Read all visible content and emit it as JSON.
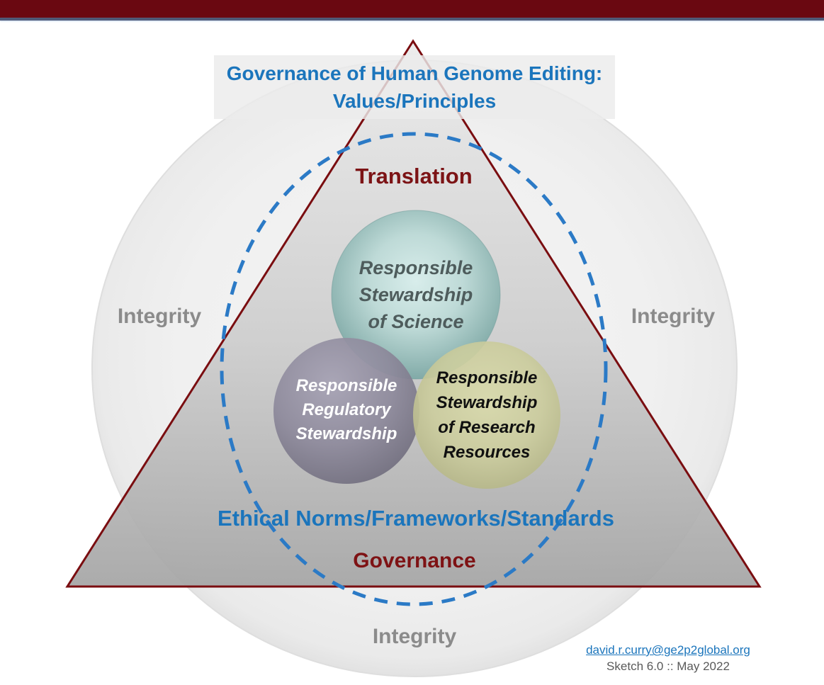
{
  "title_box": {
    "line1": "Governance of Human Genome Editing:",
    "line2": "Values/Principles"
  },
  "region_labels": {
    "translation": "Translation",
    "ethical_norms": "Ethical Norms/Frameworks/Standards",
    "governance": "Governance",
    "integrity_left": "Integrity",
    "integrity_right": "Integrity",
    "integrity_bottom": "Integrity"
  },
  "venn_circles": {
    "science": {
      "lines": [
        "Responsible",
        "Stewardship",
        "of Science"
      ],
      "fill": "#a9cdca"
    },
    "regulatory": {
      "lines": [
        "Responsible",
        "Regulatory",
        "Stewardship"
      ],
      "fill": "#8a879a"
    },
    "research": {
      "lines": [
        "Responsible",
        "Stewardship",
        "of Research",
        "Resources"
      ],
      "fill": "#c6c796"
    }
  },
  "footer": {
    "email": "david.r.curry@ge2p2global.org",
    "version": "Sketch 6.0 :: May 2022"
  },
  "colors": {
    "accent_blue": "#1b75bc",
    "maroon_text": "#7c1315",
    "triangle_stroke": "#7a0d10",
    "dash_blue": "#2b7ac6",
    "integrity_gray": "#8b8b8b",
    "top_bar_maroon": "#6a0811",
    "top_bar_slate": "#4f5b79"
  }
}
